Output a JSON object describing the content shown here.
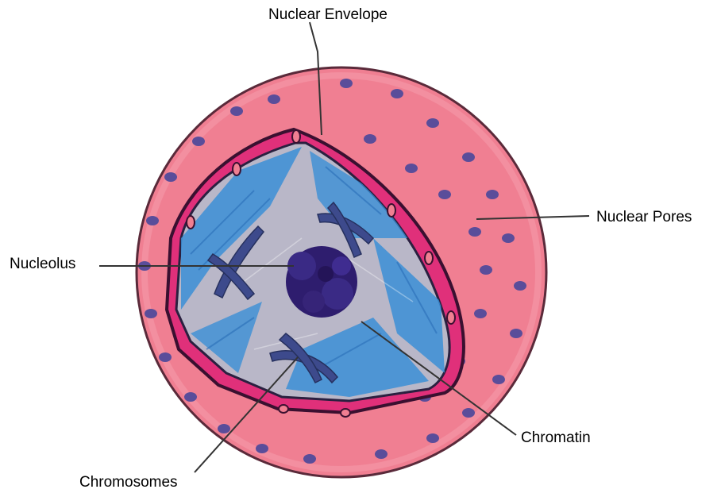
{
  "labels": {
    "nuclear_envelope": "Nuclear Envelope",
    "nuclear_pores": "Nuclear Pores",
    "nucleolus": "Nucleolus",
    "chromatin": "Chromatin",
    "chromosomes": "Chromosomes"
  },
  "colors": {
    "outer_sphere": "#f07f92",
    "outer_outline": "#5a2a3a",
    "envelope_band": "#e0307a",
    "envelope_border": "#3a1030",
    "nucleoplasm_blue": "#3b8fd6",
    "nucleoplasm_grey": "#b9b7c8",
    "pore_dot": "#5a4d9a",
    "chromosome": "#3d4a8c",
    "nucleolus": "#2e1d6e",
    "leader_line": "#333333"
  }
}
